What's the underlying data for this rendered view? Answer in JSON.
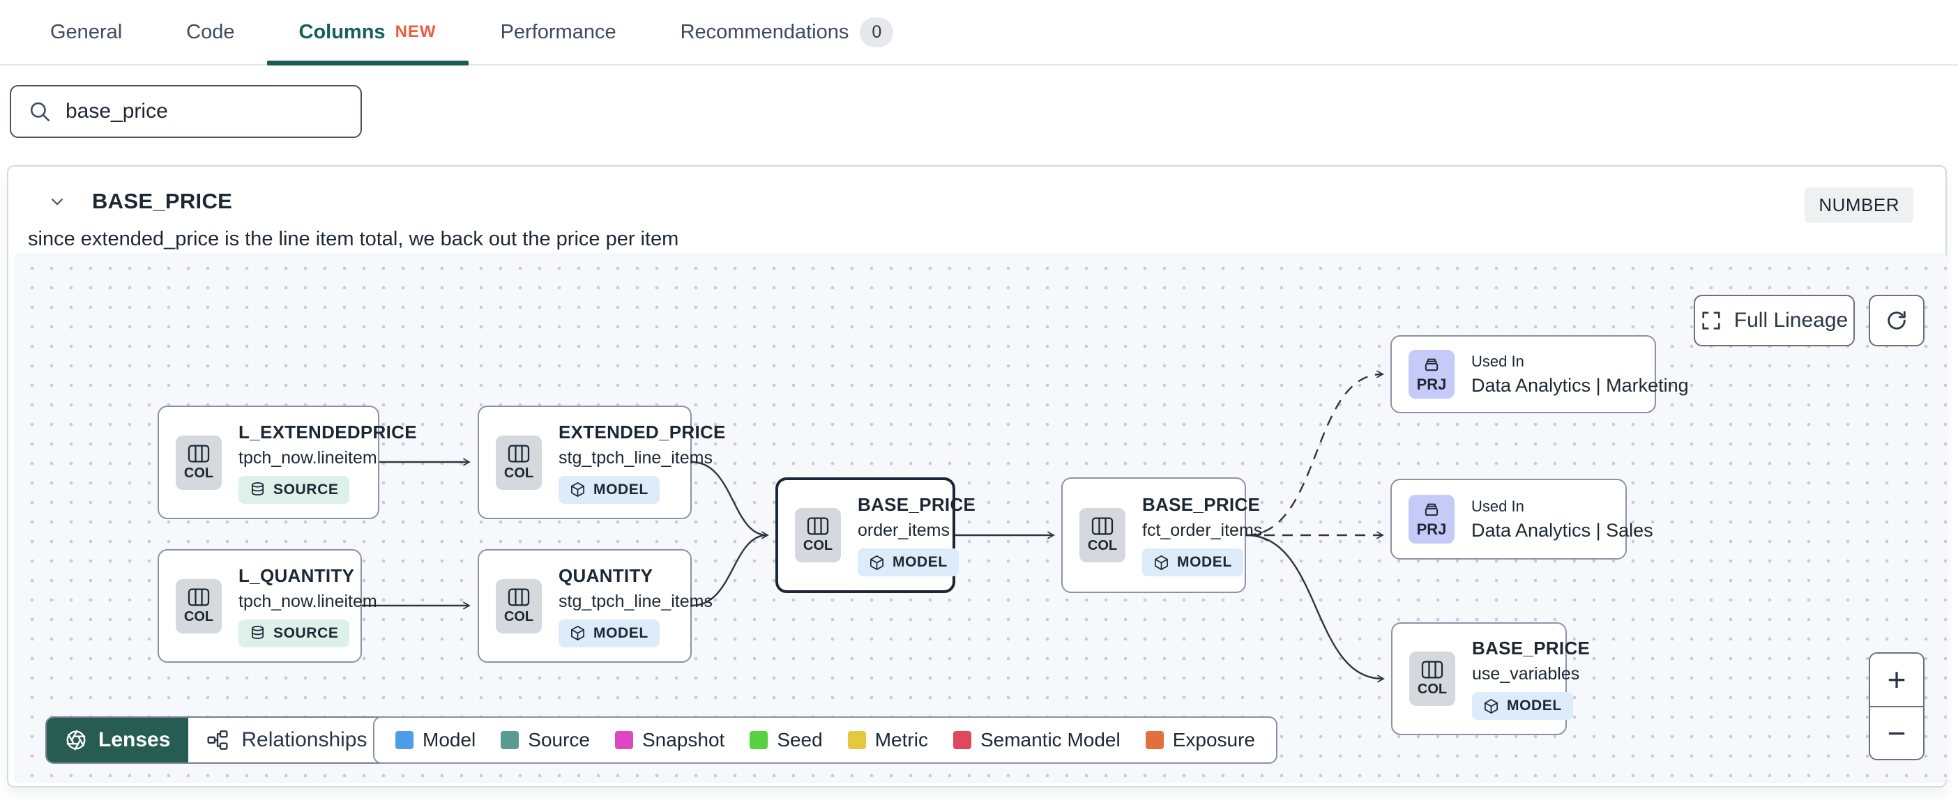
{
  "tabs": {
    "items": [
      {
        "label": "General"
      },
      {
        "label": "Code"
      },
      {
        "label": "Columns",
        "badge": "NEW",
        "active": true
      },
      {
        "label": "Performance"
      },
      {
        "label": "Recommendations",
        "count": "0"
      }
    ]
  },
  "search": {
    "value": "base_price"
  },
  "column_panel": {
    "title": "BASE_PRICE",
    "type": "NUMBER",
    "description": "since extended_price is the line item total, we back out the price per item"
  },
  "lineage": {
    "buttons": {
      "full_lineage": "Full Lineage"
    },
    "toolbar": {
      "lenses": "Lenses",
      "relationships": "Relationships"
    },
    "zoom": {
      "in": "+",
      "out": "−"
    },
    "nodes": [
      {
        "title": "L_EXTENDEDPRICE",
        "subtitle": "tpch_now.lineitem",
        "kind": "COL",
        "badge": "SOURCE"
      },
      {
        "title": "EXTENDED_PRICE",
        "subtitle": "stg_tpch_line_items",
        "kind": "COL",
        "badge": "MODEL"
      },
      {
        "title": "L_QUANTITY",
        "subtitle": "tpch_now.lineitem",
        "kind": "COL",
        "badge": "SOURCE"
      },
      {
        "title": "QUANTITY",
        "subtitle": "stg_tpch_line_items",
        "kind": "COL",
        "badge": "MODEL"
      },
      {
        "title": "BASE_PRICE",
        "subtitle": "order_items",
        "kind": "COL",
        "badge": "MODEL",
        "selected": true
      },
      {
        "title": "BASE_PRICE",
        "subtitle": "fct_order_items",
        "kind": "COL",
        "badge": "MODEL"
      },
      {
        "kind": "PRJ",
        "label": "Used In",
        "title": "Data Analytics | Marketing"
      },
      {
        "kind": "PRJ",
        "label": "Used In",
        "title": "Data Analytics | Sales"
      },
      {
        "title": "BASE_PRICE",
        "subtitle": "use_variables",
        "kind": "COL",
        "badge": "MODEL"
      }
    ],
    "legend": [
      {
        "label": "Model",
        "color": "#4f9ce8"
      },
      {
        "label": "Source",
        "color": "#5b9a94"
      },
      {
        "label": "Snapshot",
        "color": "#dd47c4"
      },
      {
        "label": "Seed",
        "color": "#55d23e"
      },
      {
        "label": "Metric",
        "color": "#e4c93e"
      },
      {
        "label": "Semantic Model",
        "color": "#e1485e"
      },
      {
        "label": "Exposure",
        "color": "#e1703c"
      }
    ]
  },
  "colors": {
    "active_tab": "#15605a",
    "tab_underline": "#1d5b54",
    "new_badge": "#eb5d3f",
    "lenses_bg": "#265c52",
    "source_badge_bg": "#def0ea",
    "model_badge_bg": "#dcecfb",
    "prj_chip_bg": "#c5caf8",
    "col_chip_bg": "#d5d8dd",
    "edge": "#2b3644"
  }
}
